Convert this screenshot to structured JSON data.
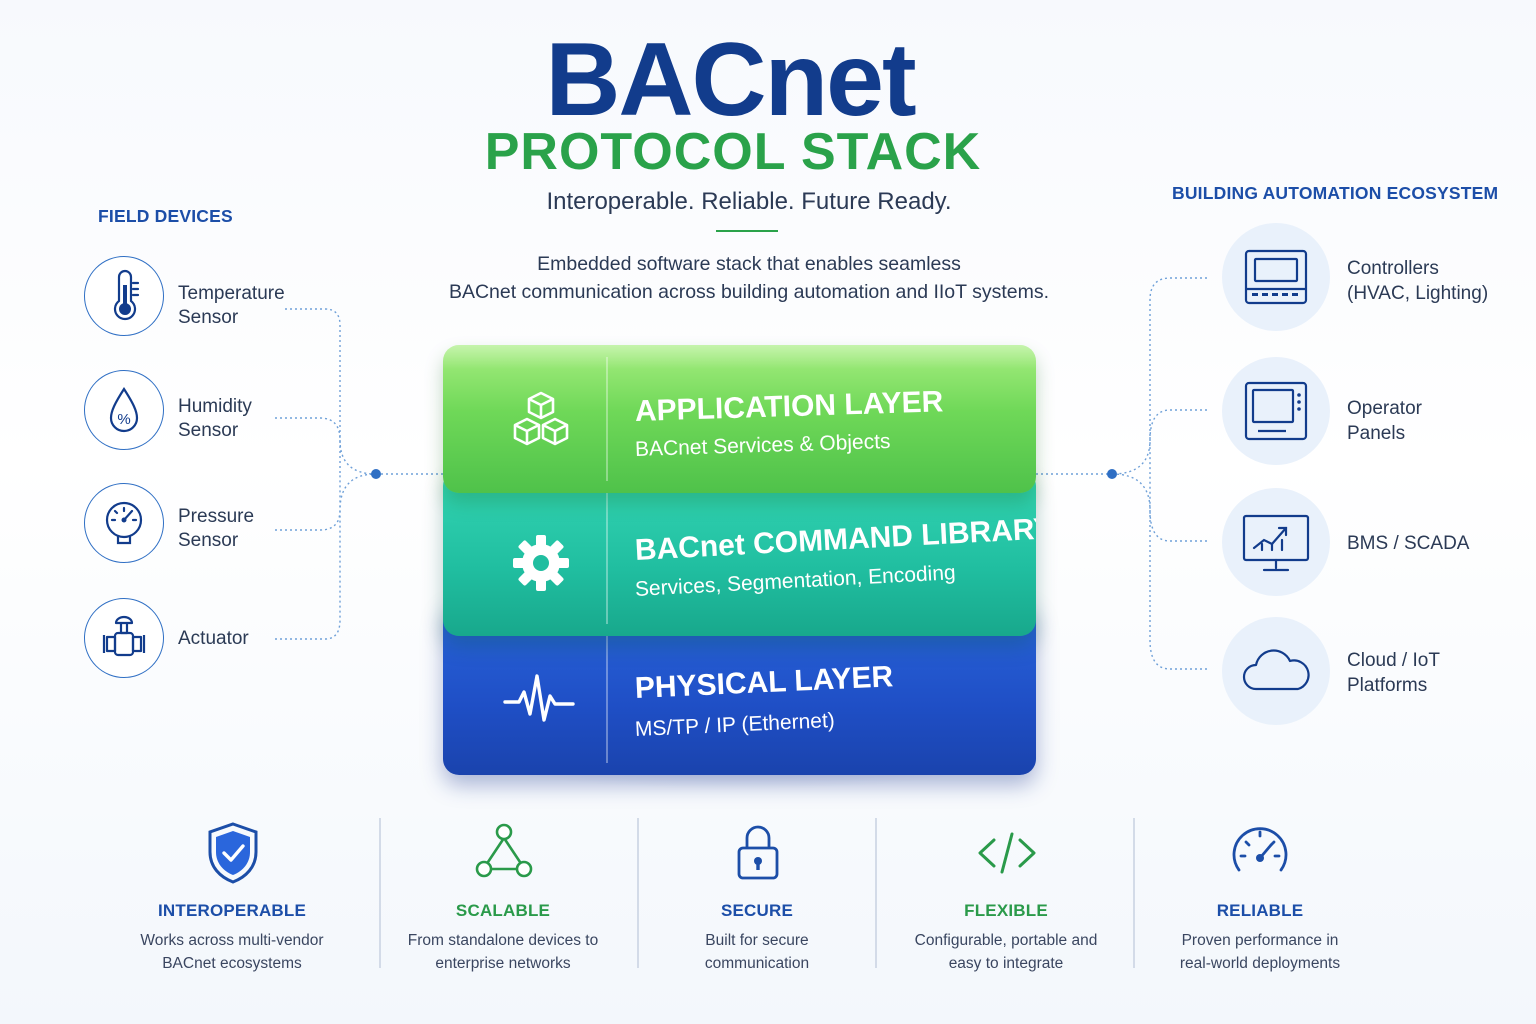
{
  "header": {
    "title": "BACnet",
    "subtitle": "PROTOCOL STACK",
    "tagline": "Interoperable. Reliable. Future Ready.",
    "description_line1": "Embedded software stack that enables seamless",
    "description_line2": "BACnet communication across building automation and IIoT systems."
  },
  "field_devices": {
    "heading": "FIELD DEVICES",
    "items": [
      {
        "line1": "Temperature",
        "line2": "Sensor",
        "icon": "thermometer-icon"
      },
      {
        "line1": "Humidity",
        "line2": "Sensor",
        "icon": "humidity-drop-icon"
      },
      {
        "line1": "Pressure",
        "line2": "Sensor",
        "icon": "pressure-gauge-icon"
      },
      {
        "line1": "Actuator",
        "line2": "",
        "icon": "valve-actuator-icon"
      }
    ]
  },
  "ecosystem": {
    "heading": "BUILDING AUTOMATION ECOSYSTEM",
    "items": [
      {
        "line1": "Controllers",
        "line2": "(HVAC, Lighting)",
        "icon": "controller-icon"
      },
      {
        "line1": "Operator",
        "line2": "Panels",
        "icon": "operator-panel-icon"
      },
      {
        "line1": "BMS / SCADA",
        "line2": "",
        "icon": "monitor-chart-icon"
      },
      {
        "line1": "Cloud / IoT",
        "line2": "Platforms",
        "icon": "cloud-icon"
      }
    ]
  },
  "stack": [
    {
      "name": "APPLICATION LAYER",
      "sub": "BACnet Services & Objects",
      "icon": "cubes-icon",
      "color": "#5cd44e"
    },
    {
      "name": "BACnet COMMAND LIBRARY",
      "sub": "Services, Segmentation, Encoding",
      "icon": "gear-icon",
      "color": "#1fc2a6"
    },
    {
      "name": "PHYSICAL LAYER",
      "sub": "MS/TP / IP (Ethernet)",
      "icon": "signal-wave-icon",
      "color": "#1f57d2"
    }
  ],
  "features": [
    {
      "title": "INTEROPERABLE",
      "desc1": "Works across multi-vendor",
      "desc2": "BACnet ecosystems",
      "color": "#1c4ea8",
      "icon": "shield-check-icon"
    },
    {
      "title": "SCALABLE",
      "desc1": "From standalone devices to",
      "desc2": "enterprise networks",
      "color": "#2a9a4a",
      "icon": "network-nodes-icon"
    },
    {
      "title": "SECURE",
      "desc1": "Built for secure",
      "desc2": "communication",
      "color": "#1c4ea8",
      "icon": "padlock-icon"
    },
    {
      "title": "FLEXIBLE",
      "desc1": "Configurable, portable and",
      "desc2": "easy to integrate",
      "color": "#2a9a4a",
      "icon": "code-brackets-icon"
    },
    {
      "title": "RELIABLE",
      "desc1": "Proven performance in",
      "desc2": "real-world deployments",
      "color": "#1c4ea8",
      "icon": "speedometer-icon"
    }
  ]
}
